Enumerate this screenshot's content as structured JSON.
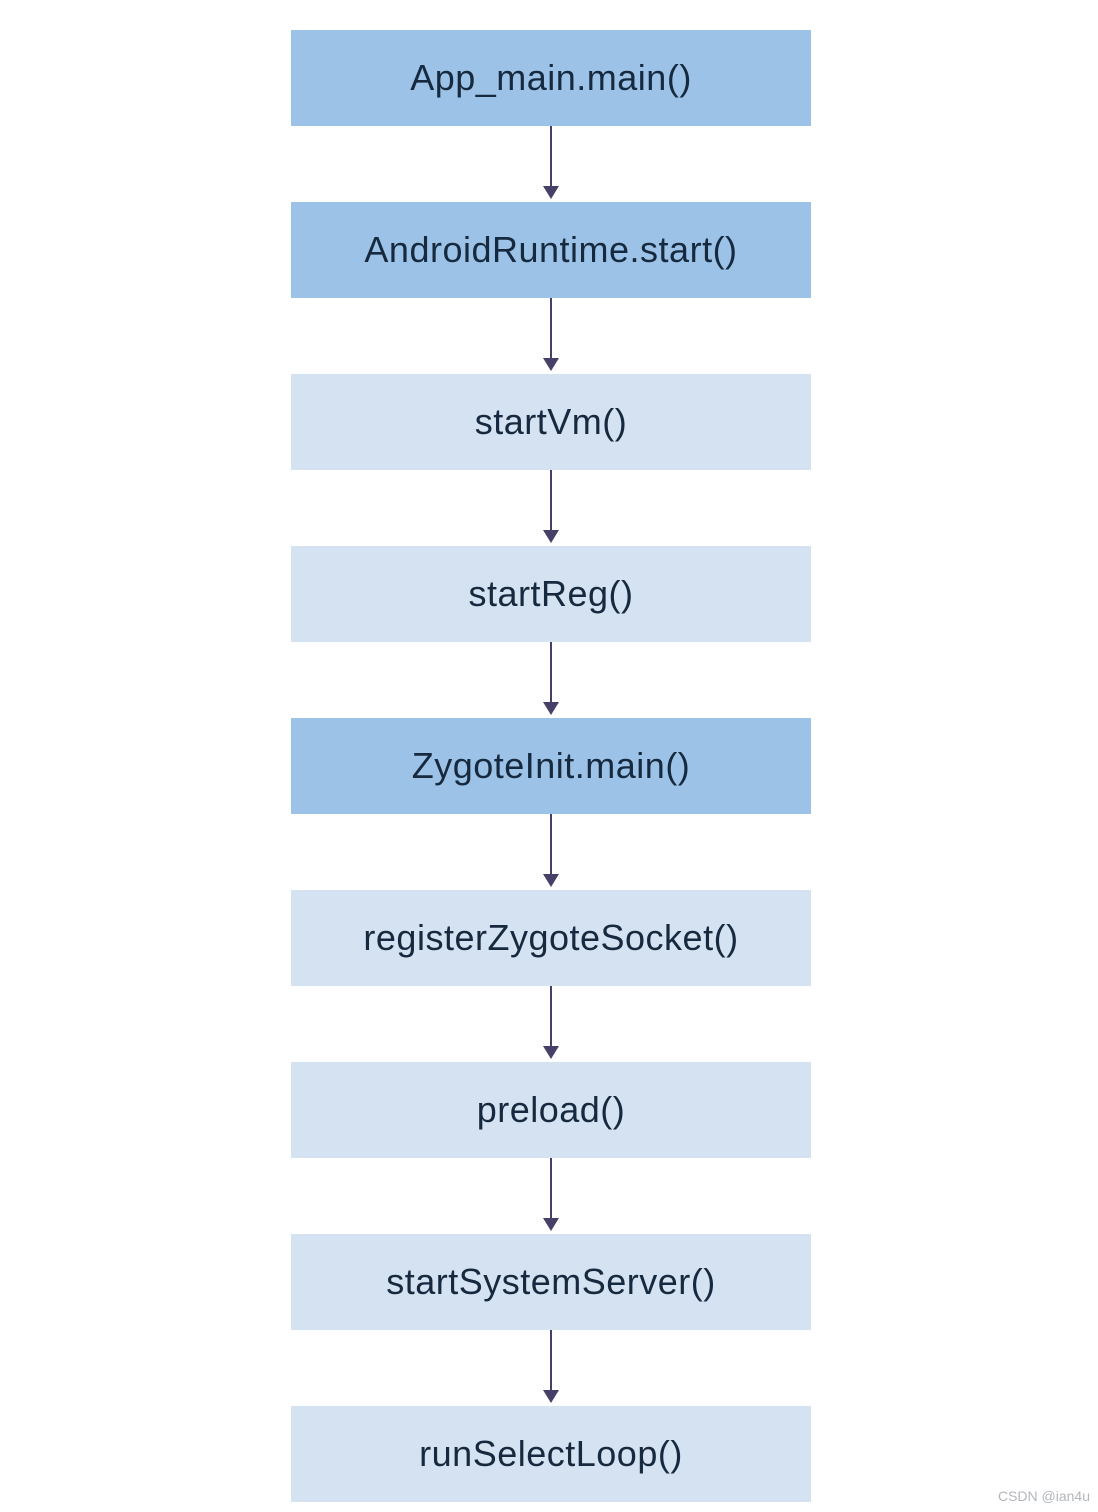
{
  "diagram": {
    "type": "flowchart",
    "direction": "vertical",
    "nodes": [
      {
        "label": "App_main.main()",
        "variant": "medium"
      },
      {
        "label": "AndroidRuntime.start()",
        "variant": "medium"
      },
      {
        "label": "startVm()",
        "variant": "light"
      },
      {
        "label": "startReg()",
        "variant": "light"
      },
      {
        "label": "ZygoteInit.main()",
        "variant": "medium"
      },
      {
        "label": "registerZygoteSocket()",
        "variant": "light"
      },
      {
        "label": "preload()",
        "variant": "light"
      },
      {
        "label": "startSystemServer()",
        "variant": "light"
      },
      {
        "label": "runSelectLoop()",
        "variant": "light"
      }
    ],
    "colors": {
      "node_medium": "#9cc3e7",
      "node_light": "#d4e2f1",
      "text": "#16293e",
      "arrow": "#463f68",
      "background": "#ffffff",
      "watermark": "#b3b7bc"
    }
  },
  "watermark": {
    "text": "CSDN @ian4u"
  }
}
